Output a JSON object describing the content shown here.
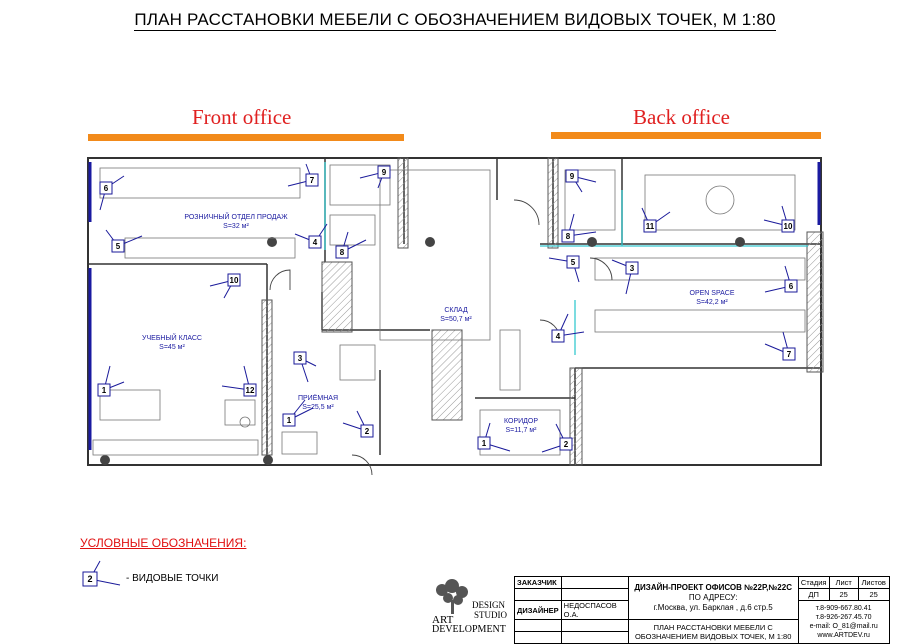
{
  "title": "ПЛАН РАССТАНОВКИ МЕБЕЛИ С ОБОЗНАЧЕНИЕМ ВИДОВЫХ ТОЧЕК, М 1:80",
  "zones": {
    "front": "Front office",
    "back": "Back office"
  },
  "colors": {
    "zone_label": "#e02020",
    "zone_bar": "#f28a1a",
    "room_text": "#1a1aa0",
    "viewpoint": "#1a1a9a"
  },
  "rooms": [
    {
      "name": "РОЗНИЧНЫЙ ОТДЕЛ ПРОДАЖ",
      "area": "S=32 м²"
    },
    {
      "name": "УЧЕБНЫЙ КЛАСС",
      "area": "S=45 м²"
    },
    {
      "name": "ПРИЁМНАЯ",
      "area": "S=25,5 м²"
    },
    {
      "name": "СКЛАД",
      "area": "S=50,7 м²"
    },
    {
      "name": "OPEN SPACE",
      "area": "S=42,2 м²"
    },
    {
      "name": "КОРИДОР",
      "area": "S=11,7 м²"
    }
  ],
  "viewpoints": [
    "6",
    "5",
    "7",
    "4",
    "9",
    "8",
    "10",
    "1",
    "12",
    "3",
    "1",
    "2",
    "9",
    "8",
    "11",
    "10",
    "5",
    "3",
    "4",
    "6",
    "7",
    "1",
    "2"
  ],
  "legend": {
    "title": "УСЛОВНЫЕ ОБОЗНАЧЕНИЯ:",
    "symbol": "2",
    "text": "- ВИДОВЫЕ ТОЧКИ"
  },
  "logo": {
    "line1": "DESIGN",
    "line2": "STUDIO",
    "line3": "ART",
    "line4": "DEVELOPMENT"
  },
  "stamp": {
    "customer_label": "ЗАКАЗЧИК",
    "designer_label": "ДИЗАЙНЕР",
    "designer_name": "НЕДОСПАСОВ О.А.",
    "project_line1": "ДИЗАЙН-ПРОЕКТ ОФИСОВ №22Р,№22С",
    "project_line2": "ПО АДРЕСУ:",
    "project_line3": "г.Москва, ул. Барклая , д.6 стр.5",
    "sheet_title_1": "ПЛАН РАССТАНОВКИ МЕБЕЛИ С",
    "sheet_title_2": "ОБОЗНАЧЕНИЕМ ВИДОВЫХ ТОЧЕК, М 1:80",
    "h_stage": "Стадия",
    "h_sheet": "Лист",
    "h_sheets": "Листов",
    "stage": "ДП",
    "sheet": "25",
    "sheets": "25",
    "contact1": "т.8-909-667.80.41",
    "contact2": "т.8-926-267.45.70",
    "email": "e-mail: O_81@mail.ru",
    "site": "www.ARTDEV.ru"
  }
}
